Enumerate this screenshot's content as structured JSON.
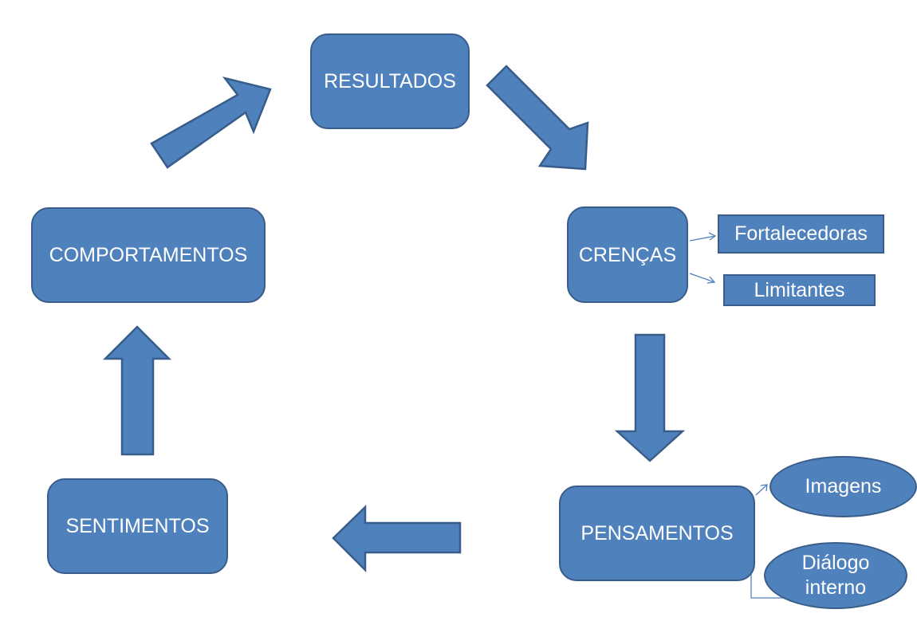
{
  "colors": {
    "fill": "#4f81bd",
    "stroke": "#385d8a",
    "connector": "#4f81bd",
    "text": "#ffffff"
  },
  "nodes": {
    "resultados": "RESULTADOS",
    "crencas": "CRENÇAS",
    "pensamentos": "PENSAMENTOS",
    "sentimentos": "SENTIMENTOS",
    "comportamentos": "COMPORTAMENTOS"
  },
  "crencas_types": {
    "fortalecedoras": "Fortalecedoras",
    "limitantes": "Limitantes"
  },
  "pensamentos_types": {
    "imagens": "Imagens",
    "dialogo_line1": "Diálogo",
    "dialogo_line2": "interno"
  }
}
